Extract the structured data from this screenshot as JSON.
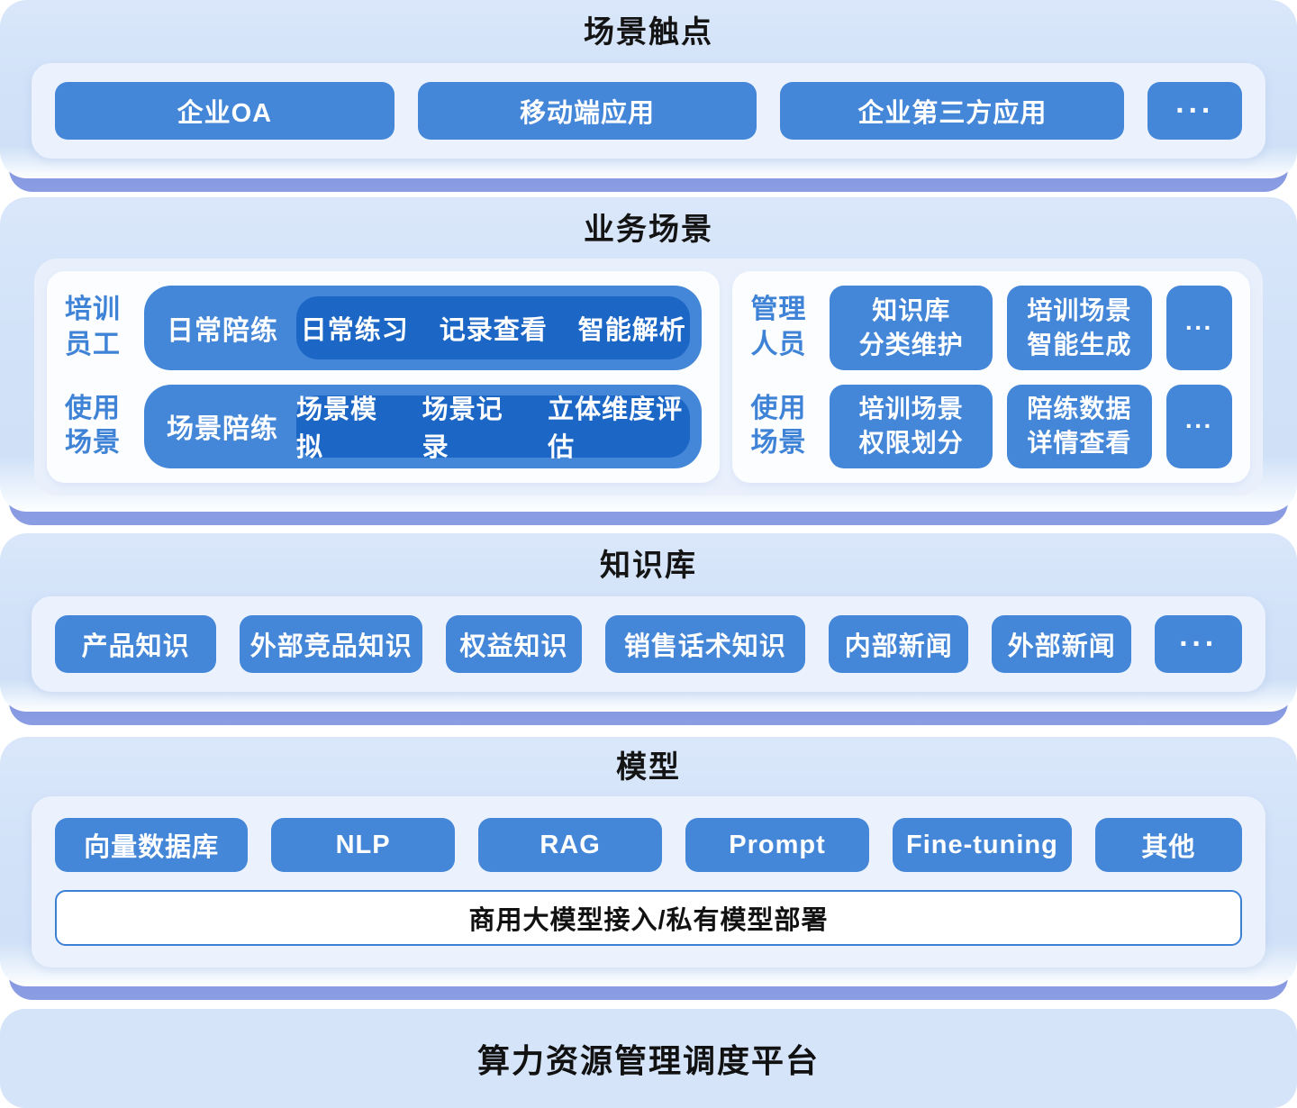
{
  "ui": {
    "more": "···"
  },
  "colors": {
    "button_blue": "#4486d8",
    "dark_pill_blue": "#1c67c6",
    "label_blue": "#3f83d7",
    "shadow_periwinkle": "#8a9ce2",
    "container_light_blue": "#d4e3f8",
    "inner_panel": "#ebf2fd",
    "title_color": "#141414"
  },
  "touchpoints": {
    "title": "场景触点",
    "buttons": [
      "企业OA",
      "移动端应用",
      "企业第三方应用"
    ]
  },
  "business": {
    "title": "业务场景",
    "left": {
      "rows": [
        {
          "label": "培训\n员工",
          "pill_label": "日常陪练",
          "items": [
            "日常练习",
            "记录查看",
            "智能解析"
          ]
        },
        {
          "label": "使用\n场景",
          "pill_label": "场景陪练",
          "items": [
            "场景模拟",
            "场景记录",
            "立体维度评估"
          ]
        }
      ]
    },
    "right": {
      "rows": [
        {
          "label": "管理\n人员",
          "buttons": [
            "知识库\n分类维护",
            "培训场景\n智能生成"
          ]
        },
        {
          "label": "使用\n场景",
          "buttons": [
            "培训场景\n权限划分",
            "陪练数据\n详情查看"
          ]
        }
      ]
    }
  },
  "knowledge": {
    "title": "知识库",
    "buttons": [
      "产品知识",
      "外部竞品知识",
      "权益知识",
      "销售话术知识",
      "内部新闻",
      "外部新闻"
    ]
  },
  "model": {
    "title": "模型",
    "buttons": [
      "向量数据库",
      "NLP",
      "RAG",
      "Prompt",
      "Fine-tuning",
      "其他"
    ],
    "bar": "商用大模型接入/私有模型部署"
  },
  "platform": {
    "title": "算力资源管理调度平台"
  }
}
